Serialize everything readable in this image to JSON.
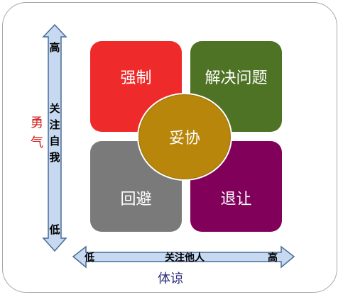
{
  "quadrants": {
    "force": "强制",
    "solve": "解决问题",
    "avoid": "回避",
    "yield": "退让",
    "compromise": "妥协"
  },
  "vertical_axis": {
    "high": "高",
    "low": "低",
    "title": "关注自我",
    "dimension": "勇气"
  },
  "horizontal_axis": {
    "low": "低",
    "high": "高",
    "title": "关注他人",
    "dimension": "体谅"
  },
  "colors": {
    "force": "#ee2a2a",
    "solve": "#4f7324",
    "avoid": "#7a7a7a",
    "yield": "#80005a",
    "compromise": "#b8860b",
    "arrow_fill": "#c6d9f1",
    "arrow_stroke": "#4a6b95"
  }
}
